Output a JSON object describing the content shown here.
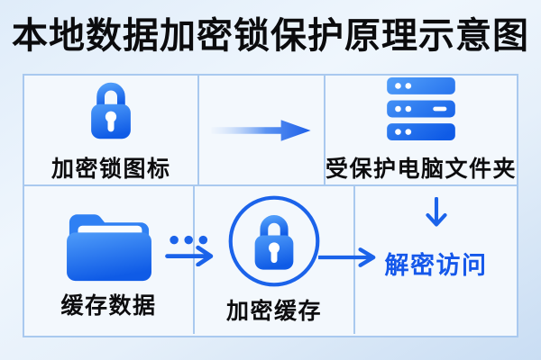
{
  "title": "本地数据加密锁保护原理示意图",
  "diagram": {
    "top_row": {
      "lock": {
        "icon": "lock-icon",
        "label": "加密锁图标"
      },
      "arrow": {
        "icon": "right-arrow-gradient-icon",
        "label": ""
      },
      "server": {
        "icon": "server-stack-icon",
        "label": "受保护电脑文件夹"
      }
    },
    "bottom_row": {
      "folder": {
        "icon": "open-folder-icon",
        "label": "缓存数据"
      },
      "dotted_arrow": {
        "icon": "dotted-right-arrow-icon",
        "label": ""
      },
      "cache_lock": {
        "icon": "circled-lock-icon",
        "label": "加密缓存"
      },
      "down_arrow": {
        "icon": "down-arrow-icon",
        "label": ""
      },
      "right_arrow": {
        "icon": "right-arrow-icon",
        "label": ""
      },
      "access": {
        "label": "解密访问"
      }
    }
  },
  "colors": {
    "accent_blue": "#1b63ea",
    "icon_gradient_top": "#4f9cf9",
    "icon_gradient_bottom": "#0f5be6",
    "grid_border": "#a9c9ef",
    "cell_background": "#f3f8fd",
    "title_text": "#0b0b0d",
    "access_text": "#1457ea"
  }
}
